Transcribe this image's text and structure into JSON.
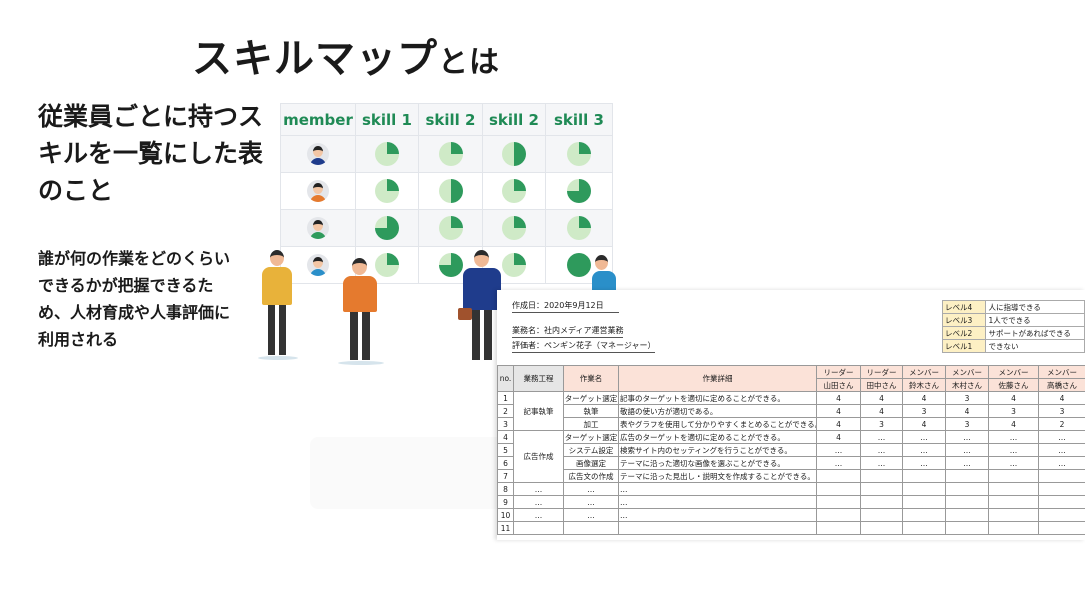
{
  "title": {
    "main": "スキルマップ",
    "suffix": "とは"
  },
  "lead": "従業員ごとに持つスキルを一覧にした表のこと",
  "description": "誰が何の作業をどのくらいできるかが把握できるため、人材育成や人事評価に利用される",
  "skill_table": {
    "headers": [
      "member",
      "skill 1",
      "skill 2",
      "skill 2",
      "skill 3"
    ],
    "rows": [
      {
        "avatar": "male-suit",
        "levels": [
          0.25,
          0.25,
          0.5,
          0.25
        ]
      },
      {
        "avatar": "female-orange",
        "levels": [
          0.25,
          0.5,
          0.25,
          0.75
        ]
      },
      {
        "avatar": "male-green",
        "levels": [
          0.75,
          0.25,
          0.25,
          0.25
        ]
      },
      {
        "avatar": "female-blue",
        "levels": [
          0.25,
          0.75,
          0.25,
          1
        ]
      }
    ],
    "colors": {
      "filled": "#2e9a5c",
      "empty": "#cfeac7",
      "header": "#1f8a55"
    }
  },
  "sheet": {
    "created": "作成日：2020年9月12日",
    "business": "業務名：社内メディア運営業務",
    "evaluator": "評価者：ペンギン花子（マネージャー）",
    "levels": [
      {
        "label": "レベル4",
        "desc": "人に指導できる"
      },
      {
        "label": "レベル3",
        "desc": "1人でできる"
      },
      {
        "label": "レベル2",
        "desc": "サポートがあればできる"
      },
      {
        "label": "レベル1",
        "desc": "できない"
      }
    ],
    "headers": {
      "no": "no.",
      "process": "業務工程",
      "task": "作業名",
      "detail": "作業詳細"
    },
    "members": [
      {
        "role": "リーダー",
        "name": "山田さん"
      },
      {
        "role": "リーダー",
        "name": "田中さん"
      },
      {
        "role": "メンバー",
        "name": "鈴木さん"
      },
      {
        "role": "メンバー",
        "name": "木村さん"
      },
      {
        "role": "メンバー",
        "name": "佐藤さん"
      },
      {
        "role": "メンバー",
        "name": "高橋さん"
      }
    ],
    "groups": [
      "記事執筆",
      "広告作成"
    ],
    "rows": [
      {
        "no": "1",
        "process": "",
        "task": "ターゲット選定",
        "detail": "記事のターゲットを適切に定めることができる。",
        "scores": [
          "4",
          "4",
          "4",
          "3",
          "4",
          "4"
        ]
      },
      {
        "no": "2",
        "process": "",
        "task": "執筆",
        "detail": "敬語の使い方が適切である。",
        "scores": [
          "4",
          "4",
          "3",
          "4",
          "3",
          "3"
        ]
      },
      {
        "no": "3",
        "process": "",
        "task": "加工",
        "detail": "表やグラフを使用して分かりやすくまとめることができる。",
        "scores": [
          "4",
          "3",
          "4",
          "3",
          "4",
          "2"
        ]
      },
      {
        "no": "4",
        "process": "",
        "task": "ターゲット選定",
        "detail": "広告のターゲットを適切に定めることができる。",
        "scores": [
          "4",
          "…",
          "…",
          "…",
          "…",
          "…"
        ]
      },
      {
        "no": "5",
        "process": "",
        "task": "システム設定",
        "detail": "検索サイト内のセッティングを行うことができる。",
        "scores": [
          "…",
          "…",
          "…",
          "…",
          "…",
          "…"
        ]
      },
      {
        "no": "6",
        "process": "",
        "task": "画像選定",
        "detail": "テーマに沿った適切な画像を選ぶことができる。",
        "scores": [
          "…",
          "…",
          "…",
          "…",
          "…",
          "…"
        ]
      },
      {
        "no": "7",
        "process": "",
        "task": "広告文の作成",
        "detail": "テーマに沿った見出し・説明文を作成することができる。",
        "scores": [
          "",
          "",
          "",
          "",
          "",
          ""
        ]
      },
      {
        "no": "8",
        "process": "…",
        "task": "…",
        "detail": "…",
        "scores": [
          "",
          "",
          "",
          "",
          "",
          ""
        ]
      },
      {
        "no": "9",
        "process": "…",
        "task": "…",
        "detail": "…",
        "scores": [
          "",
          "",
          "",
          "",
          "",
          ""
        ]
      },
      {
        "no": "10",
        "process": "…",
        "task": "…",
        "detail": "…",
        "scores": [
          "",
          "",
          "",
          "",
          "",
          ""
        ]
      },
      {
        "no": "11",
        "process": "",
        "task": "",
        "detail": "",
        "scores": [
          "",
          "",
          "",
          "",
          "",
          ""
        ]
      }
    ]
  }
}
